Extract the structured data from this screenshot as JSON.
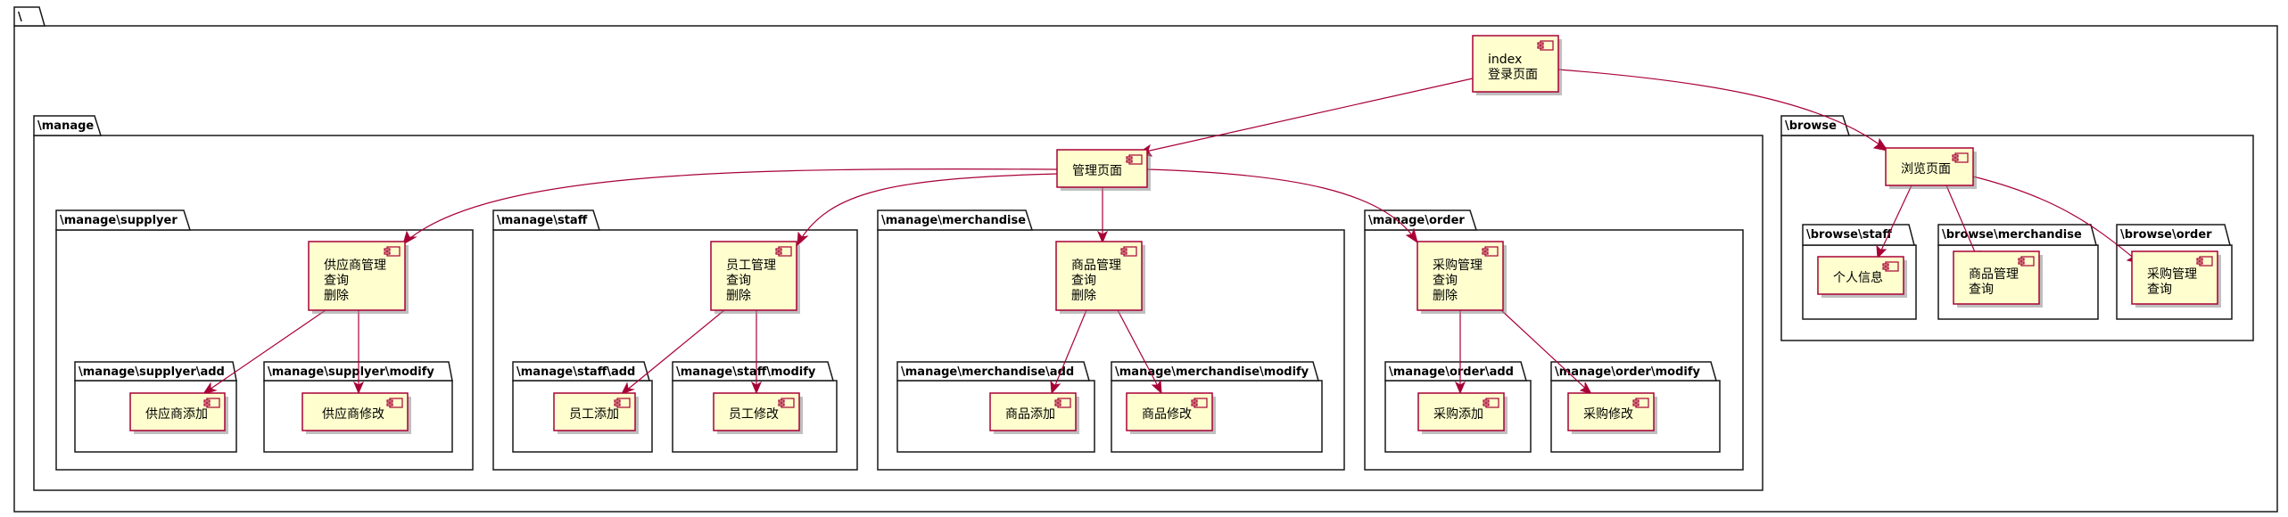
{
  "packages": {
    "root": "\\",
    "manage": "\\manage",
    "browse": "\\browse",
    "manage_supplyer": "\\manage\\supplyer",
    "manage_staff": "\\manage\\staff",
    "manage_merchandise": "\\manage\\merchandise",
    "manage_order": "\\manage\\order",
    "manage_supplyer_add": "\\manage\\supplyer\\add",
    "manage_supplyer_modify": "\\manage\\supplyer\\modify",
    "manage_staff_add": "\\manage\\staff\\add",
    "manage_staff_modify": "\\manage\\staff\\modify",
    "manage_merchandise_add": "\\manage\\merchandise\\add",
    "manage_merchandise_modify": "\\manage\\merchandise\\modify",
    "manage_order_add": "\\manage\\order\\add",
    "manage_order_modify": "\\manage\\order\\modify",
    "browse_staff": "\\browse\\staff",
    "browse_merchandise": "\\browse\\merchandise",
    "browse_order": "\\browse\\order"
  },
  "components": {
    "index": [
      "index",
      "登录页面"
    ],
    "manage_page": [
      "管理页面"
    ],
    "browse_page": [
      "浏览页面"
    ],
    "supplyer_mgmt": [
      "供应商管理",
      "查询",
      "删除"
    ],
    "staff_mgmt": [
      "员工管理",
      "查询",
      "删除"
    ],
    "merch_mgmt": [
      "商品管理",
      "查询",
      "删除"
    ],
    "order_mgmt": [
      "采购管理",
      "查询",
      "删除"
    ],
    "supplyer_add": [
      "供应商添加"
    ],
    "supplyer_modify": [
      "供应商修改"
    ],
    "staff_add": [
      "员工添加"
    ],
    "staff_modify": [
      "员工修改"
    ],
    "merch_add": [
      "商品添加"
    ],
    "merch_modify": [
      "商品修改"
    ],
    "order_add": [
      "采购添加"
    ],
    "order_modify": [
      "采购修改"
    ],
    "browse_staff_info": [
      "个人信息"
    ],
    "browse_merch": [
      "商品管理",
      "查询"
    ],
    "browse_order": [
      "采购管理",
      "查询"
    ]
  },
  "colors": {
    "component_fill": "#FEFECE",
    "component_border": "#A80036",
    "arrow": "#A80036",
    "package_border": "#181818"
  }
}
